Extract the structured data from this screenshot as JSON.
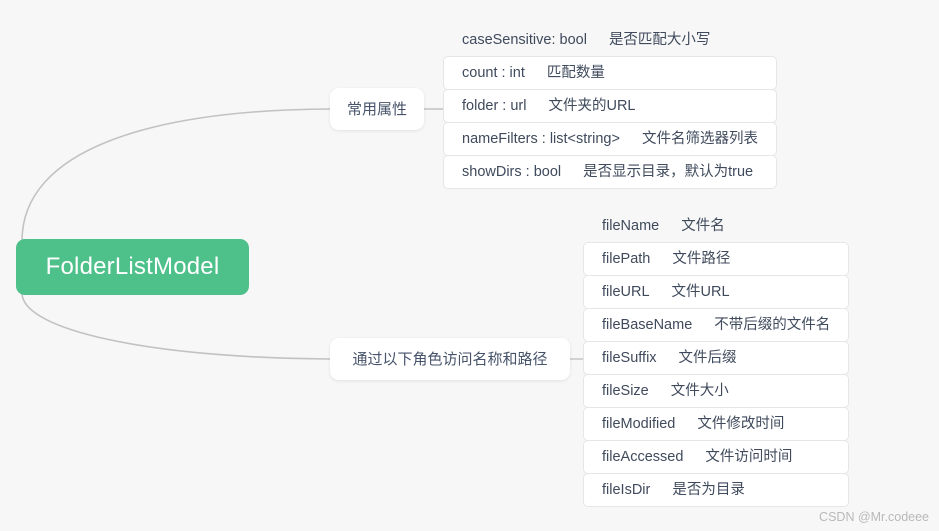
{
  "diagram": {
    "type": "mind-map",
    "root": {
      "label": "FolderListModel",
      "color": "#4ec08a",
      "text_color": "#ffffff"
    },
    "branches": [
      {
        "id": "common-properties",
        "label": "常用属性",
        "items": [
          {
            "name": "caseSensitive: bool",
            "desc": "是否匹配大小写"
          },
          {
            "name": "count : int",
            "desc": "匹配数量"
          },
          {
            "name": "folder : url",
            "desc": "文件夹的URL"
          },
          {
            "name": "nameFilters : list<string>",
            "desc": "文件名筛选器列表"
          },
          {
            "name": "showDirs : bool",
            "desc": "是否显示目录，默认为true"
          }
        ]
      },
      {
        "id": "roles",
        "label": "通过以下角色访问名称和路径",
        "items": [
          {
            "name": "fileName",
            "desc": "文件名"
          },
          {
            "name": "filePath",
            "desc": "文件路径"
          },
          {
            "name": "fileURL",
            "desc": "文件URL"
          },
          {
            "name": "fileBaseName",
            "desc": "不带后缀的文件名"
          },
          {
            "name": "fileSuffix",
            "desc": "文件后缀"
          },
          {
            "name": "fileSize",
            "desc": "文件大小"
          },
          {
            "name": "fileModified",
            "desc": "文件修改时间"
          },
          {
            "name": "fileAccessed",
            "desc": "文件访问时间"
          },
          {
            "name": "fileIsDir",
            "desc": "是否为目录"
          }
        ]
      }
    ],
    "connector_color": "#c2c2c2",
    "background": "#f7f7f7"
  },
  "watermark": {
    "text": "CSDN @Mr.codeee"
  }
}
